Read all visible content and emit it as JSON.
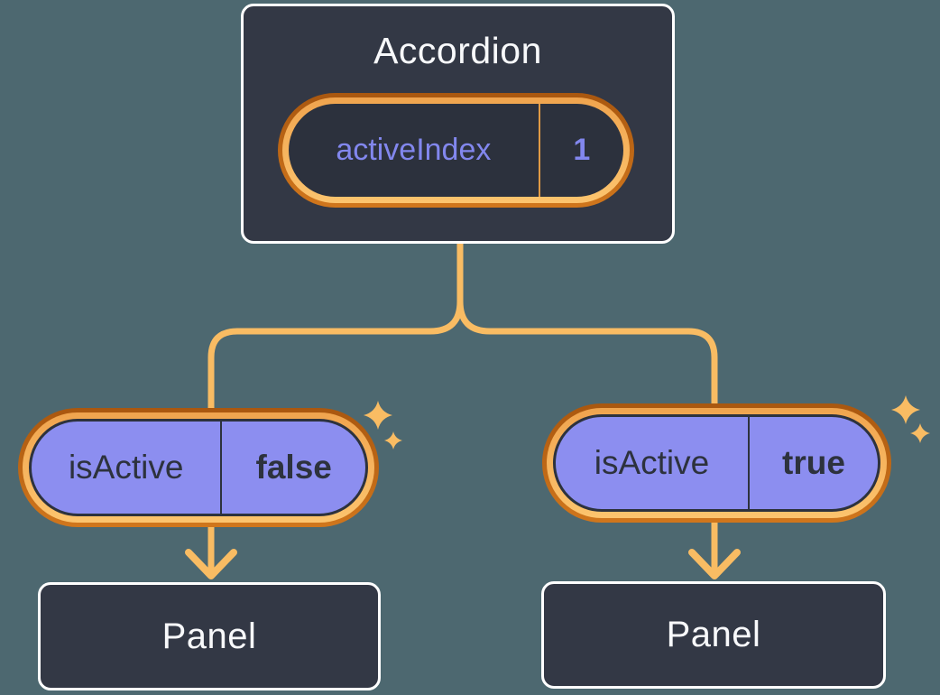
{
  "diagram": {
    "description": "React state diagram: Accordion parent holds activeIndex state, passes isActive prop to two Panel children",
    "accordion": {
      "title": "Accordion",
      "state": {
        "name": "activeIndex",
        "value": "1"
      }
    },
    "children": [
      {
        "prop": {
          "name": "isActive",
          "value": "false"
        },
        "panel": "Panel"
      },
      {
        "prop": {
          "name": "isActive",
          "value": "true"
        },
        "panel": "Panel"
      }
    ],
    "decorations": {
      "sparkle_icon": "four-point-star"
    },
    "colors": {
      "background": "#4D6870",
      "node_fill": "#333845",
      "node_border": "#FFFFFF",
      "text_light": "#F8F9FB",
      "state_text": "#8287EE",
      "prop_pill_fill": "#8C8EF0",
      "prop_text": "#2D323D",
      "connector_gold": "#F9BC63",
      "ring_dark": "#B35F12",
      "ring_light": "#F7B055"
    }
  }
}
